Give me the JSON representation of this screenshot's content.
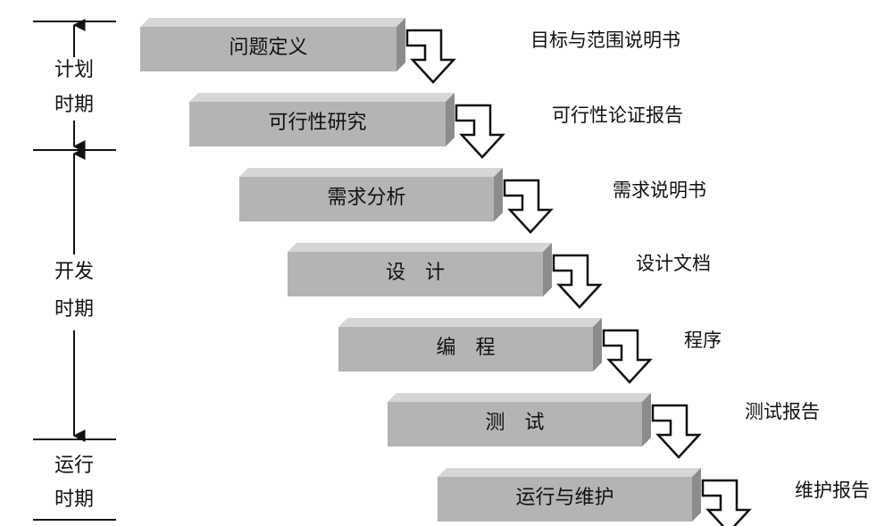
{
  "periods": [
    {
      "line1": "计划",
      "line2": "时期"
    },
    {
      "line1": "开发",
      "line2": "时期"
    },
    {
      "line1": "运行",
      "line2": "时期"
    }
  ],
  "stages": [
    {
      "label": "问题定义",
      "output": "目标与范围说明书"
    },
    {
      "label": "可行性研究",
      "output": "可行性论证报告"
    },
    {
      "label": "需求分析",
      "output": "需求说明书"
    },
    {
      "label": "设　计",
      "output": "设计文档"
    },
    {
      "label": "编　程",
      "output": "程序"
    },
    {
      "label": "测　试",
      "output": "测试报告"
    },
    {
      "label": "运行与维护",
      "output": "维护报告"
    }
  ],
  "colors": {
    "box_front": "#b4b4b4",
    "box_top": "#d6d6d6",
    "box_side": "#8c8c8c",
    "stroke": "#111111"
  }
}
